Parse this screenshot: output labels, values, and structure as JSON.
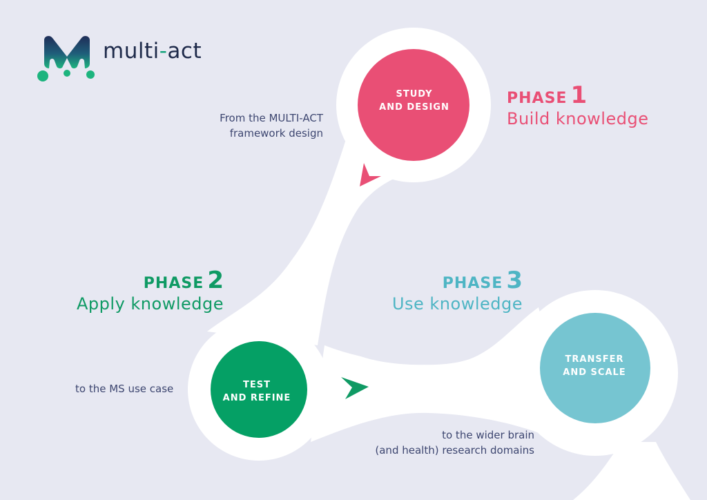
{
  "logo": {
    "text_main": "multi",
    "text_dash": "-",
    "text_end": "act"
  },
  "phases": [
    {
      "word": "PHASE",
      "number": "1",
      "subtitle": "Build knowledge",
      "color": "#e94f75"
    },
    {
      "word": "PHASE",
      "number": "2",
      "subtitle": "Apply knowledge",
      "color": "#0f9a64"
    },
    {
      "word": "PHASE",
      "number": "3",
      "subtitle": "Use knowledge",
      "color": "#4eb5c4"
    }
  ],
  "circles": [
    {
      "line1": "STUDY",
      "line2": "AND DESIGN",
      "color": "#e94f75"
    },
    {
      "line1": "TEST",
      "line2": "AND REFINE",
      "color": "#05a065"
    },
    {
      "line1": "TRANSFER",
      "line2": "AND SCALE",
      "color": "#76c5d1"
    }
  ],
  "notes": {
    "from_line1": "From the MULTI-ACT",
    "from_line2": "framework design",
    "ms_use_case": "to the MS use case",
    "wider_line1": "to the wider brain",
    "wider_line2": "(and health) research domains"
  },
  "colors": {
    "background": "#e7e8f2",
    "path": "#ffffff",
    "text_dark": "#3d4670",
    "logo_dark": "#1e2a4a",
    "logo_green": "#13a37b"
  }
}
